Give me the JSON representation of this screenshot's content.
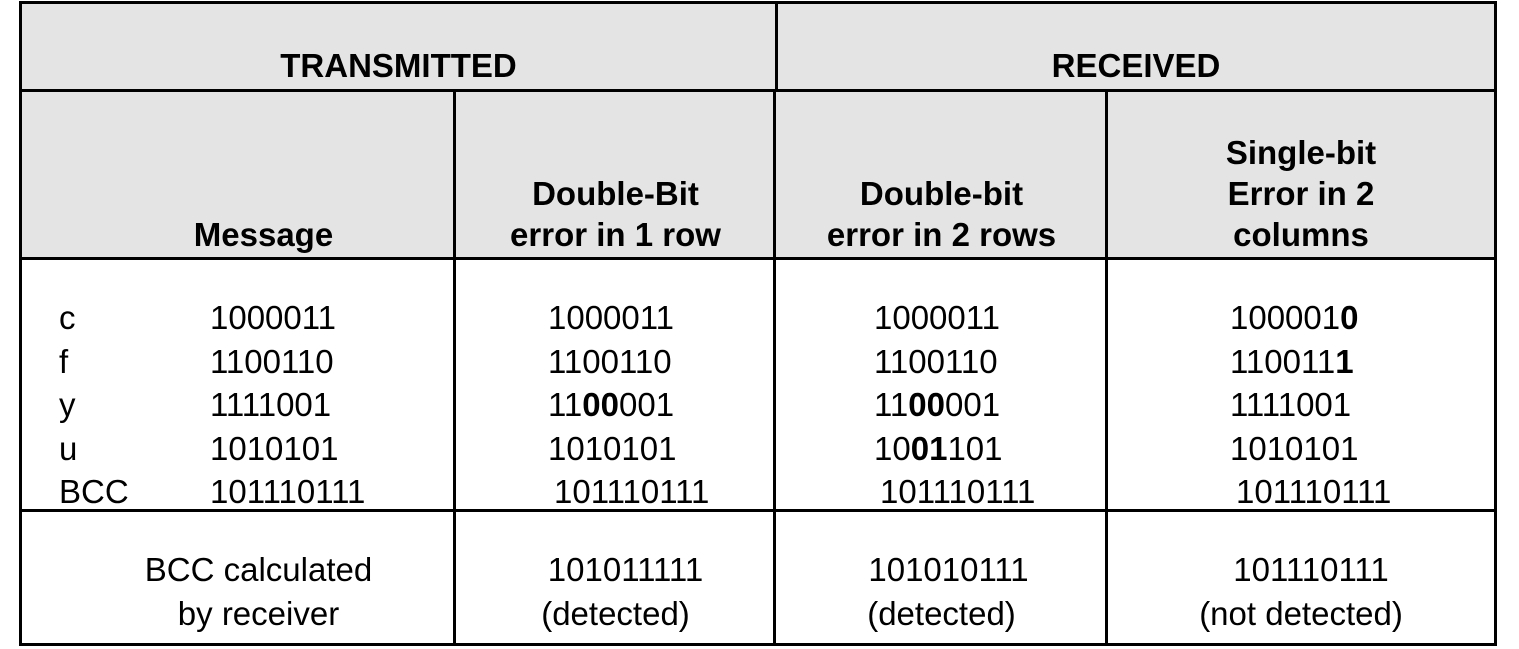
{
  "table": {
    "groups": {
      "transmitted": "TRANSMITTED",
      "received": "RECEIVED"
    },
    "columns": {
      "message": "Message",
      "col1_line1": "Double-Bit",
      "col1_line2": "error in 1 row",
      "col2_line1": "Double-bit",
      "col2_line2": "error in 2 rows",
      "col3_line1": "Single-bit",
      "col3_line2": "Error in 2",
      "col3_line3": "columns"
    },
    "rows": [
      {
        "label": "c",
        "message": "1000011",
        "col1": [
          "1000011",
          "",
          ""
        ],
        "col2": [
          "1000011",
          "",
          ""
        ],
        "col3": [
          "100001",
          "0",
          ""
        ]
      },
      {
        "label": "f",
        "message": "1100110",
        "col1": [
          "1100110",
          "",
          ""
        ],
        "col2": [
          "1100110",
          "",
          ""
        ],
        "col3": [
          "110011",
          "1",
          ""
        ]
      },
      {
        "label": "y",
        "message": "1111001",
        "col1": [
          "11",
          "00",
          "001"
        ],
        "col2": [
          "11",
          "00",
          "001"
        ],
        "col3": [
          "1111001",
          "",
          ""
        ]
      },
      {
        "label": "u",
        "message": "1010101",
        "col1": [
          "1010101",
          "",
          ""
        ],
        "col2": [
          "10",
          "01",
          "101"
        ],
        "col3": [
          "1010101",
          "",
          ""
        ]
      },
      {
        "label": "BCC",
        "message": "101110111",
        "col1": [
          "101110111",
          "",
          ""
        ],
        "col2": [
          "101110111",
          "",
          ""
        ],
        "col3": [
          "101110111",
          "",
          ""
        ]
      }
    ],
    "footer": {
      "label_line1": "BCC calculated",
      "label_line2": "by receiver",
      "col1_value": "101011111",
      "col1_status": "(detected)",
      "col2_value": "101010111",
      "col2_status": "(detected)",
      "col3_value": "101110111",
      "col3_status": "(not detected)"
    }
  },
  "colors": {
    "header_bg": "#e4e4e4",
    "border": "#000000",
    "body_bg": "#ffffff"
  }
}
